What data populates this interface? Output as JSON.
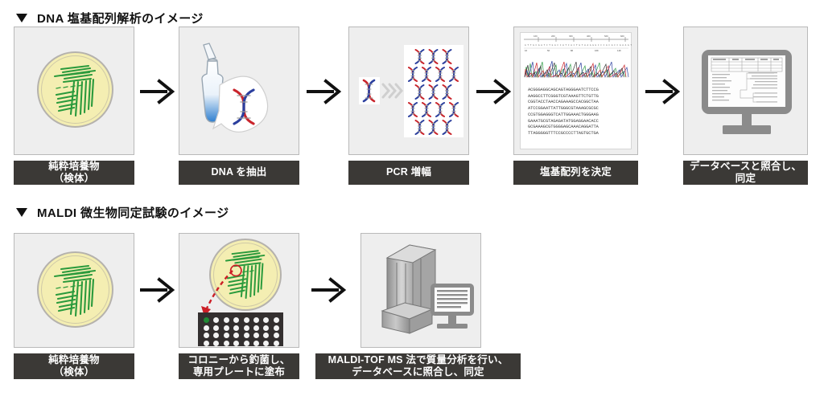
{
  "sections": [
    {
      "id": "dna-sequencing",
      "marker_icon": "triangle-down-icon",
      "title": "DNA 塩基配列解析のイメージ",
      "steps": [
        {
          "key": "pure-culture",
          "caption": "純粋培養物\n（検体）",
          "image": "petri-dish-streak-plate"
        },
        {
          "key": "dna-extraction",
          "caption": "DNA を抽出",
          "image": "microcentrifuge-tube-with-dna-bubble"
        },
        {
          "key": "pcr",
          "caption": "PCR 増幅",
          "image": "dna-helix-amplification-grid"
        },
        {
          "key": "sequencing",
          "caption": "塩基配列を決定",
          "image": "sanger-chromatogram-and-sequence"
        },
        {
          "key": "database-match",
          "caption": "データベースと照合し、\n同定",
          "image": "computer-monitor-database"
        }
      ]
    },
    {
      "id": "maldi-identification",
      "marker_icon": "triangle-down-icon",
      "title": "MALDI 微生物同定試験のイメージ",
      "steps": [
        {
          "key": "pure-culture",
          "caption": "純粋培養物\n（検体）",
          "image": "petri-dish-streak-plate"
        },
        {
          "key": "pick-colony",
          "caption": "コロニーから釣菌し、\n専用プレートに塗布",
          "image": "petri-dish-pick-to-target-plate"
        },
        {
          "key": "maldi-analysis",
          "caption": "MALDI-TOF MS 法で質量分析を行い、\nデータベースに照合し、同定",
          "image": "maldi-tof-instrument-and-monitor"
        }
      ]
    }
  ],
  "sequence_text": "ACGGGAGGCAGCAGTAGGGAATCTTCCG\nAAGGCCTTCGGGTCGTAAAGTTCTGTTG\nCGGTACCTAACCAGAAAGCCACGGCTAA\nATCCGGAATTATTGGGCGTAAAGCGCGC\nCCGTGGAGGGTCATTGGAAACTGGGAAG\nGAAATGCGTAGAGATATGGAGGAACACC\nGCGAAAGCGTGGGGAGCAAACAGGATTA\nTTAGGGGGTTTCCGCCCCTTAGTGCTGA",
  "colors": {
    "panel_background": "#eeeeee",
    "panel_border": "#b9b9b9",
    "caption_background": "#3b3936",
    "caption_text": "#ffffff",
    "agar": "#f4eeb2",
    "colony_green": "#2a9a3c",
    "dna_red": "#c9242b",
    "dna_blue": "#2b3f9e",
    "liquid_blue": "#2f7fd0",
    "marker_red": "#cc1f27",
    "instrument_gray": "#9a9a9a",
    "arrow": "#111111"
  },
  "arrows": {
    "icon": "arrow-right-icon",
    "count_row1": 4,
    "count_row2": 2
  },
  "pcr_grid": {
    "rows": [
      3,
      4,
      3,
      4,
      3
    ],
    "chevron_icon": "chevrons-right-icon"
  },
  "target_plate": {
    "columns": 8,
    "rows": 4,
    "highlighted_well_index": 0
  }
}
